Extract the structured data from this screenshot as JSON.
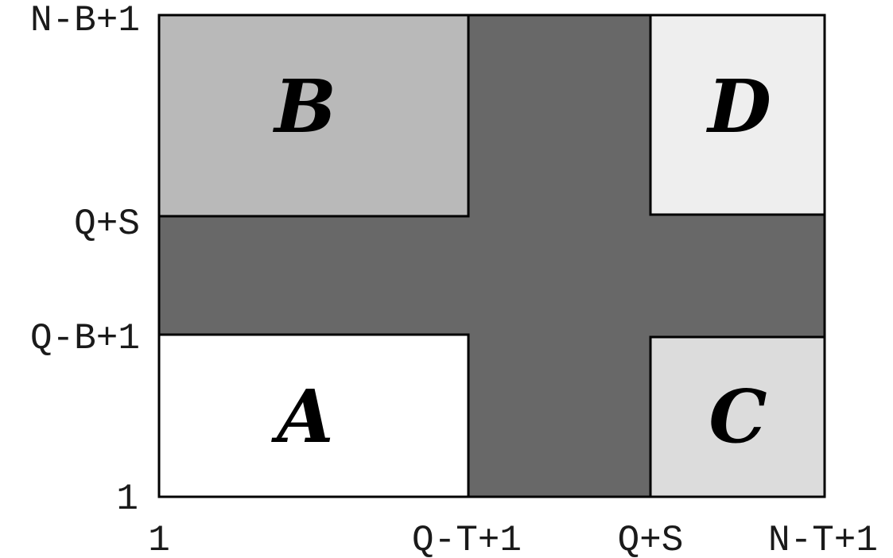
{
  "diagram": {
    "y_axis_labels": {
      "top": "N-B+1",
      "upper_mid": "Q+S",
      "lower_mid": "Q-B+1",
      "bottom": "1"
    },
    "x_axis_labels": {
      "left": "1",
      "mid_left": "Q-T+1",
      "mid_right": "Q+S",
      "right": "N-T+1"
    },
    "regions": {
      "A": {
        "label": "A",
        "fill": "#ffffff"
      },
      "B": {
        "label": "B",
        "fill": "#b9b9b9"
      },
      "C": {
        "label": "C",
        "fill": "#dcdcdc"
      },
      "D": {
        "label": "D",
        "fill": "#eeeeee"
      },
      "cross": {
        "fill": "#686868"
      }
    },
    "colors": {
      "outline": "#000000",
      "text": "#1a1a1a"
    }
  }
}
